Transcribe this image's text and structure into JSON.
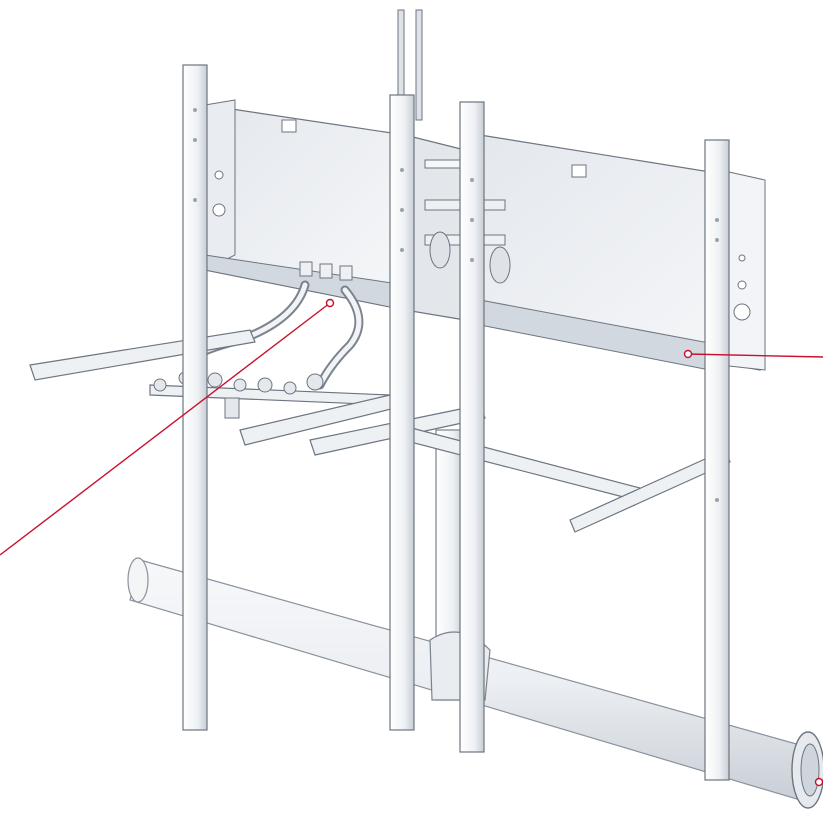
{
  "figure": {
    "subject": "",
    "callouts": [
      {
        "id": "callout-piping"
      },
      {
        "id": "callout-box"
      },
      {
        "id": "callout-pipe-end"
      }
    ]
  },
  "colors": {
    "background": "#ffffff",
    "steel_light": "#f1f3f6",
    "steel_mid": "#dde2e8",
    "steel_dark": "#aeb6c0",
    "outline": "#6d7580",
    "callout": "#c8102e"
  },
  "icons": [
    "mounting-frame",
    "wall-box",
    "drain-pipe",
    "callout-dot"
  ]
}
